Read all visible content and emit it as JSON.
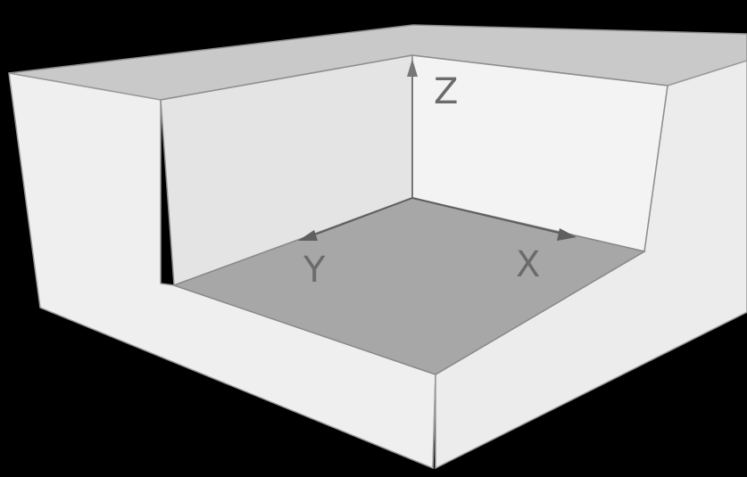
{
  "figure": {
    "background_color": "#000000",
    "colors": {
      "top_face": "#c8c8c8",
      "front_left_face": "#f0f0f0",
      "front_right_face": "#ebebeb",
      "inner_left_wall": "#e6e6e6",
      "inner_back_wall": "#f2f2f2",
      "floor": "#a8a8a8",
      "edge": "#8a8a8a",
      "axis": "#777777",
      "label": "#6b6b6b"
    }
  },
  "axes": {
    "z": {
      "label": "Z"
    },
    "y": {
      "label": "Y"
    },
    "x": {
      "label": "X"
    }
  }
}
